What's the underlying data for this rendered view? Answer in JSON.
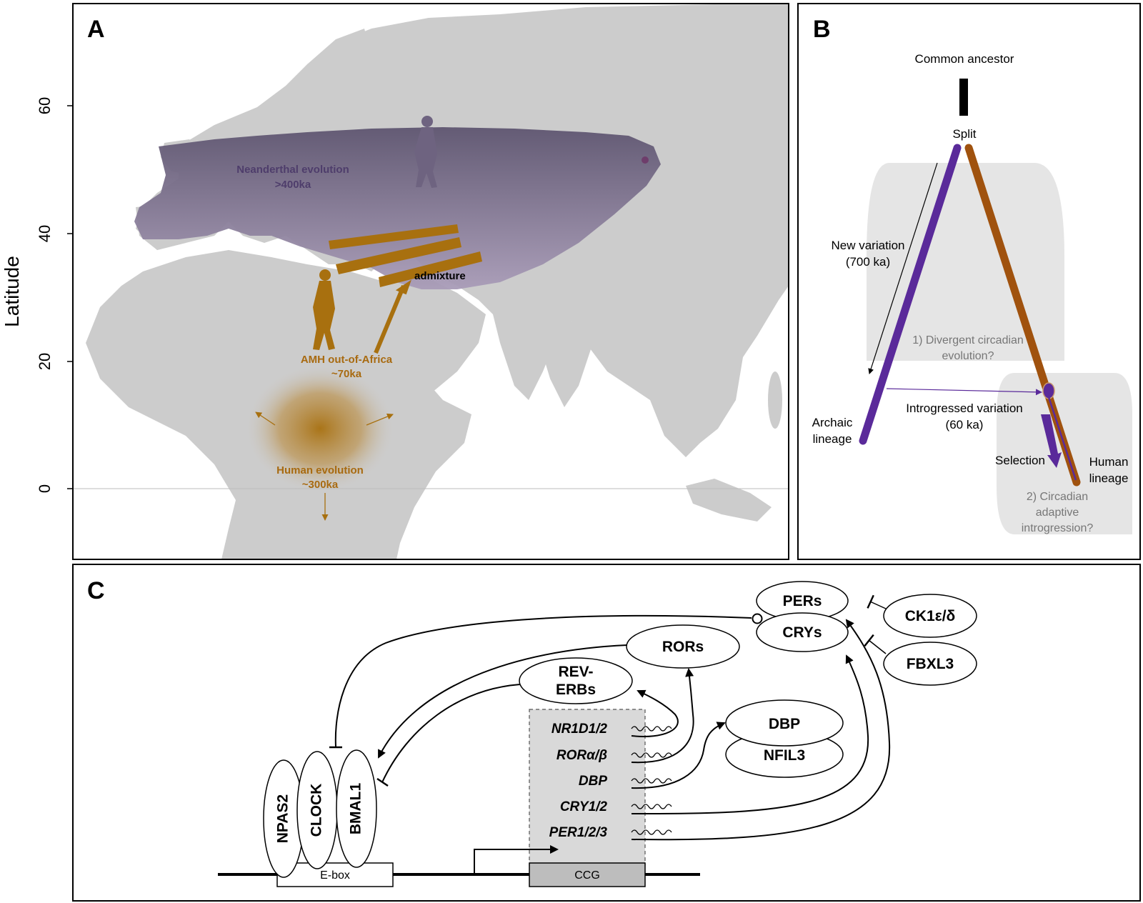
{
  "panel_a": {
    "letter": "A",
    "y_axis_title": "Latitude",
    "y_ticks": [
      "60",
      "40",
      "20",
      "0"
    ],
    "neanderthal_label_1": "Neanderthal evolution",
    "neanderthal_label_2": ">400ka",
    "admixture_label": "admixture",
    "amh_label_1": "AMH out-of-Africa",
    "amh_label_2": "~70ka",
    "human_label_1": "Human evolution",
    "human_label_2": "~300ka",
    "colors": {
      "neanderthal": "#6e6380",
      "human": "#a8700f",
      "land": "#cccccc"
    }
  },
  "panel_b": {
    "letter": "B",
    "common_ancestor": "Common ancestor",
    "split": "Split",
    "new_variation_1": "New variation",
    "new_variation_2": "(700 ka)",
    "divergent_1": "1) Divergent circadian",
    "divergent_2": "evolution?",
    "archaic_1": "Archaic",
    "archaic_2": "lineage",
    "introgressed_1": "Introgressed variation",
    "introgressed_2": "(60 ka)",
    "selection": "Selection",
    "human_1": "Human",
    "human_2": "lineage",
    "adaptive_1": "2) Circadian",
    "adaptive_2": "adaptive",
    "adaptive_3": "introgression?",
    "colors": {
      "archaic": "#5a2a9a",
      "human": "#a0520e"
    }
  },
  "panel_c": {
    "letter": "C",
    "pers": "PERs",
    "crys": "CRYs",
    "ck1": "CK1ε/δ",
    "fbxl3": "FBXL3",
    "rors": "RORs",
    "reverbs_1": "REV-",
    "reverbs_2": "ERBs",
    "dbp_protein": "DBP",
    "nfil3": "NFIL3",
    "npas2": "NPAS2",
    "clock": "CLOCK",
    "bmal1": "BMAL1",
    "genes": [
      "NR1D1/2",
      "RORα/β",
      "DBP",
      "CRY1/2",
      "PER1/2/3"
    ],
    "ebox": "E-box",
    "ccg": "CCG"
  }
}
